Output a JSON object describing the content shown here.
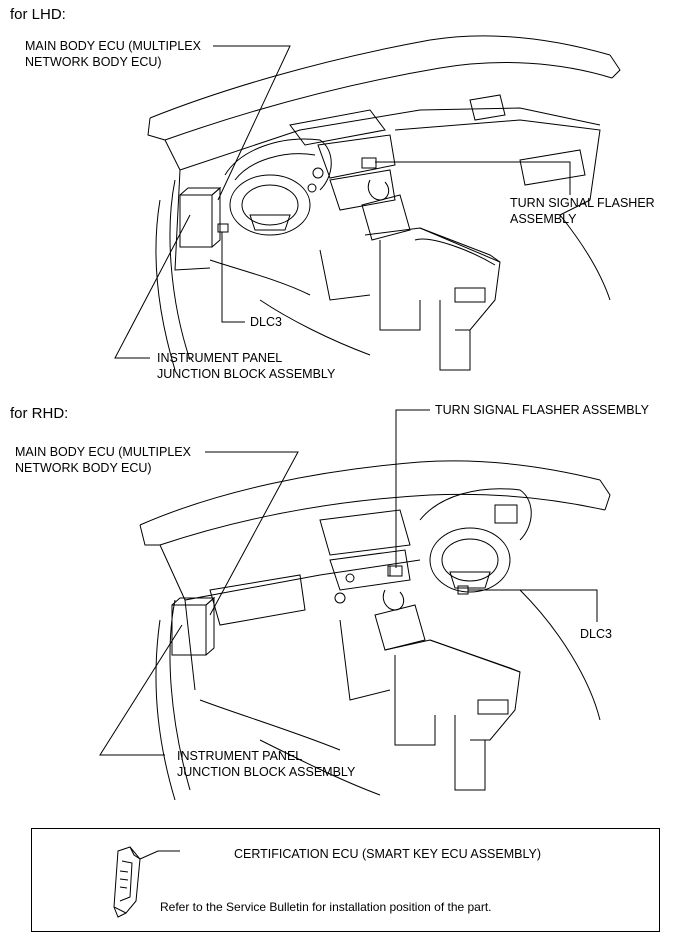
{
  "lhd": {
    "heading": "for LHD:",
    "main_body_ecu": "MAIN BODY ECU (MULTIPLEX\nNETWORK BODY ECU)",
    "turn_signal": "TURN SIGNAL FLASHER\nASSEMBLY",
    "dlc3": "DLC3",
    "junction_block": "INSTRUMENT PANEL\nJUNCTION BLOCK ASSEMBLY"
  },
  "rhd": {
    "heading": "for RHD:",
    "main_body_ecu": "MAIN BODY ECU (MULTIPLEX\nNETWORK BODY ECU)",
    "turn_signal": "TURN SIGNAL FLASHER ASSEMBLY",
    "dlc3": "DLC3",
    "junction_block": "INSTRUMENT PANEL\nJUNCTION BLOCK ASSEMBLY"
  },
  "certification": {
    "label": "CERTIFICATION ECU (SMART KEY ECU ASSEMBLY)",
    "note": "Refer to the Service Bulletin for installation position of the part."
  }
}
